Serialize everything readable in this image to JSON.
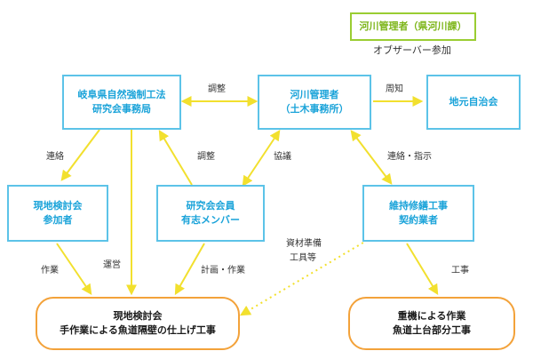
{
  "observer": {
    "title": "河川管理者（県河川課）",
    "note": "オブザーバー参加"
  },
  "nodes": {
    "gifu": {
      "line1": "岐阜県自然強制工法",
      "line2": "研究会事務局"
    },
    "river": {
      "line1": "河川管理者",
      "line2": "（土木事務所）"
    },
    "local": {
      "line1": "地元自治会"
    },
    "participants": {
      "line1": "現地検討会",
      "line2": "参加者"
    },
    "members": {
      "line1": "研究会会員",
      "line2": "有志メンバー"
    },
    "contractor": {
      "line1": "維持修繕工事",
      "line2": "契約業者"
    },
    "work_site": {
      "line1": "現地検討会",
      "line2": "手作業による魚道隔壁の仕上げ工事"
    },
    "heavy": {
      "line1": "重機による作業",
      "line2": "魚道土台部分工事"
    }
  },
  "labels": {
    "adjust_top": "調整",
    "notify": "周知",
    "contact": "連絡",
    "adjust_mid": "調整",
    "discuss": "協議",
    "contact_instruct": "連絡・指示",
    "materials1": "資材準備",
    "materials2": "工具等",
    "work": "作業",
    "operate": "運営",
    "plan_work": "計画・作業",
    "construction": "工事"
  },
  "colors": {
    "blue": "#5cc3e8",
    "green": "#9acd32",
    "orange": "#f3a23a",
    "arrow": "#f2e02e"
  }
}
